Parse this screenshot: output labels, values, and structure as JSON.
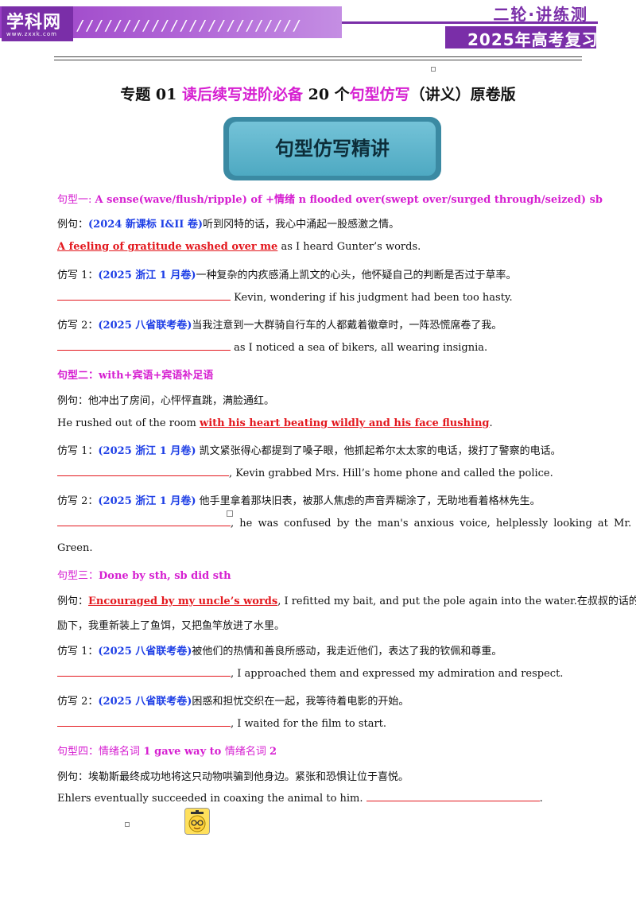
{
  "header": {
    "logo": "学科网",
    "logo_url": "www.zxxk.com",
    "slashes": "////////////////////////",
    "right_top": "二轮·讲练测",
    "right_bottom": "2025年高考复习"
  },
  "title": {
    "part1": "专题 01 ",
    "part2": "读后续写进阶必备",
    "part3": " 20 个",
    "part4": "句型仿写",
    "part5": "（讲义）原卷版"
  },
  "badge": "句型仿写精讲",
  "s1": {
    "label": "句型一: ",
    "pattern": "A sense(wave/flush/ripple) of +情绪  n flooded over(swept over/surged through/seized) sb",
    "ex_label": "例句：",
    "ex_src": "(2024 新课标  I&II 卷)",
    "ex_cn": "听到冈特的话，我心中涌起一股感激之情。",
    "ex_en_red": "A feeling of gratitude washed over me",
    "ex_en_rest": " as I heard Gunter’s words.",
    "f1_label": "仿写  1：",
    "f1_src": "(2025 浙江  1 月卷)",
    "f1_cn": "一种复杂的内疚感涌上凯文的心头，他怀疑自己的判断是否过于草率。",
    "f1_en": " Kevin, wondering if his judgment had been too hasty.",
    "f2_label": "仿写  2：",
    "f2_src": "(2025 八省联考卷)",
    "f2_cn": "当我注意到一大群骑自行车的人都戴着徽章时，一阵恐慌席卷了我。",
    "f2_en": " as I noticed a sea of bikers, all wearing insignia."
  },
  "s2": {
    "label": "句型二：with+宾语+宾语补足语",
    "ex_label": "例句：",
    "ex_cn": "他冲出了房间，心怦怦直跳，满脸通红。",
    "ex_en_pre": "He rushed out of the room ",
    "ex_en_red": "with his heart beating wildly and his face flushing",
    "ex_en_post": ".",
    "f1_label": "仿写  1：",
    "f1_src": "(2025 浙江  1 月卷)",
    "f1_cn": " 凯文紧张得心都提到了嗓子眼，他抓起希尔太太家的电话，拨打了警察的电话。",
    "f1_en": ", Kevin grabbed Mrs. Hill’s home phone and called the police.",
    "f2_label": "仿写  2：",
    "f2_src": "(2025 浙江  1 月卷)",
    "f2_cn": " 他手里拿着那块旧表，被那人焦虑的声音弄糊涂了，无助地看着格林先生。",
    "f2_en": ", he was confused by the man's anxious voice, helplessly looking at Mr.",
    "f2_en2": "Green."
  },
  "s3": {
    "label": "句型三：",
    "pattern": "Done by sth, sb did sth",
    "ex_label": "例句：",
    "ex_red": "Encouraged by my uncle’s words",
    "ex_rest": ", I refitted my bait, and put the pole again into the water.在叔叔的话的鼓",
    "ex_cn2": "励下，我重新装上了鱼饵，又把鱼竿放进了水里。",
    "f1_label": "仿写  1：",
    "f1_src": "(2025 八省联考卷)",
    "f1_cn": "被他们的热情和善良所感动，我走近他们，表达了我的钦佩和尊重。",
    "f1_en": ", I approached them and expressed my admiration and respect.",
    "f2_label": "仿写  2：",
    "f2_src": "(2025 八省联考卷)",
    "f2_cn": "困惑和担忧交织在一起，我等待着电影的开始。",
    "f2_en": ", I waited for the film to start."
  },
  "s4": {
    "label": "句型四：情绪名词",
    "pattern": " 1 gave way to ",
    "label2": " 情绪名词 ",
    "pattern2": " 2",
    "ex_label": "例句：",
    "ex_cn": "埃勒斯最终成功地将这只动物哄骗到他身边。紧张和恐惧让位于喜悦。",
    "ex_en": "Ehlers eventually succeeded in coaxing the animal to him. ",
    "ex_end": "."
  },
  "colors": {
    "pink": "#d61fd1",
    "blue": "#1d3ee6",
    "red": "#e3181e",
    "purple": "#7a2ea8",
    "badge": "#4ea9c2"
  },
  "icons": [
    "avatar-icon"
  ]
}
